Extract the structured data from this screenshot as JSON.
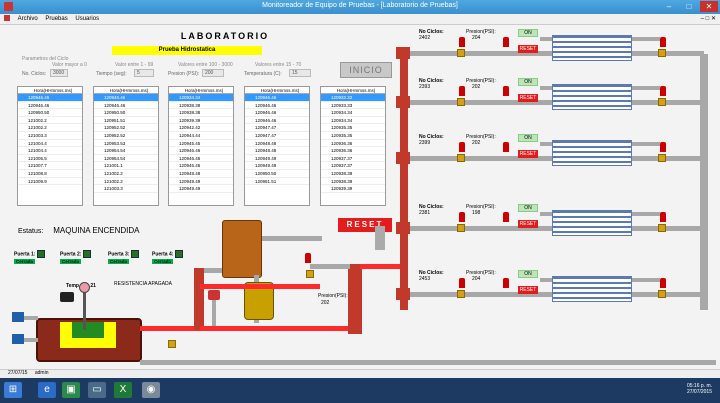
{
  "window": {
    "title": "Monitoreador de Equipo de Pruebas - [Laboratorio de Pruebas]",
    "minimize": "–",
    "maximize": "□",
    "close": "✕"
  },
  "menu": [
    "Archivo",
    "Pruebas",
    "Usuarios"
  ],
  "header": {
    "title": "LABORATORIO",
    "test_name": "Prueba Hidrostatica"
  },
  "params": {
    "group_label": "Parametros del Ciclo",
    "valor_mayor": "Valor mayor a 0",
    "valores_entre_1": "Valor entre 1 - 99",
    "valores_entre_2": "Valores entre 100 - 3000",
    "valores_entre_3": "Valores entre 15 - 70",
    "no_ciclos_label": "No. Ciclos:",
    "no_ciclos_value": "3000",
    "tiempo_label": "Tiempo (seg):",
    "tiempo_value": "5",
    "presion_label": "Presion (PSI):",
    "presion_value": "200",
    "temperatura_label": "Temperatura (C):",
    "temperatura_value": "15"
  },
  "inicio_label": "INICIO",
  "lists": [
    {
      "header": "Hora(HHmmss.ms)",
      "rows": [
        "120946.46",
        "120946.46",
        "120950.50",
        "121002.2",
        "121002.2",
        "121003.3",
        "121004.4",
        "121004.4",
        "121005.5",
        "121007.7",
        "121008.8",
        "121009.9"
      ]
    },
    {
      "header": "Hora(HHmmss.ms)",
      "rows": [
        "120946.46",
        "120946.46",
        "120950.50",
        "120951.51",
        "120952.52",
        "120952.52",
        "120953.53",
        "120954.54",
        "120954.54",
        "121001.1",
        "121002.2",
        "121002.2",
        "121003.3"
      ]
    },
    {
      "header": "Hora(HHmmss.ms)",
      "rows": [
        "120934.34",
        "120938.38",
        "120938.38",
        "120939.39",
        "120942.42",
        "120944.44",
        "120945.45",
        "120946.46",
        "120946.46",
        "120946.46",
        "120948.48",
        "120949.49",
        "120949.49"
      ]
    },
    {
      "header": "Hora(HHmmss.ms)",
      "rows": [
        "120946.46",
        "120946.46",
        "120946.46",
        "120946.46",
        "120947.47",
        "120947.47",
        "120948.48",
        "120948.48",
        "120949.49",
        "120949.49",
        "120950.50",
        "120951.51"
      ]
    },
    {
      "header": "Hora(HHmmss.ms)",
      "rows": [
        "120932.32",
        "120933.33",
        "120934.34",
        "120934.34",
        "120935.35",
        "120935.35",
        "120936.36",
        "120936.36",
        "120937.37",
        "120937.37",
        "120938.38",
        "120938.38",
        "120939.39"
      ]
    }
  ],
  "reset_main": "RESET",
  "estatus": {
    "label": "Estatus:",
    "value": "MAQUINA ENCENDIDA"
  },
  "puertas": [
    {
      "label": "Puerta 1",
      "state": "Cerrada"
    },
    {
      "label": "Puerta 2",
      "state": "Cerrada"
    },
    {
      "label": "Puerta 3",
      "state": "Cerrada"
    },
    {
      "label": "Puerta 4",
      "state": "Cerrada"
    }
  ],
  "resistencia": "RESISTENCIA APAGADA",
  "temp": "Temp (C): 21",
  "main_pressure": {
    "label": "Presion(PSI):",
    "value": "202"
  },
  "stations": [
    {
      "ciclos_label": "No Ciclos:",
      "ciclos": "2402",
      "pres_label": "Presion(PSI):",
      "pres": "204",
      "on": "ON",
      "reset": "RESET"
    },
    {
      "ciclos_label": "No Ciclos:",
      "ciclos": "2393",
      "pres_label": "Presion(PSI):",
      "pres": "202",
      "on": "ON",
      "reset": "RESET"
    },
    {
      "ciclos_label": "No Ciclos:",
      "ciclos": "2399",
      "pres_label": "Presion(PSI):",
      "pres": "202",
      "on": "ON",
      "reset": "RESET"
    },
    {
      "ciclos_label": "No Ciclos:",
      "ciclos": "2381",
      "pres_label": "Presion(PSI):",
      "pres": "198",
      "on": "ON",
      "reset": "RESET"
    },
    {
      "ciclos_label": "No Ciclos:",
      "ciclos": "2453",
      "pres_label": "Presion(PSI):",
      "pres": "204",
      "on": "ON",
      "reset": "RESET"
    }
  ],
  "status_bar": {
    "date": "27/07/15",
    "user": "admin"
  },
  "taskbar": {
    "time": "05:16 p. m.",
    "date": "27/07/2015"
  },
  "colors": {
    "pipe_red": "#ff2a2a",
    "pipe_gray": "#a8a8a8",
    "on_green": "#bde5b8",
    "reset_red": "#e51c1c"
  }
}
